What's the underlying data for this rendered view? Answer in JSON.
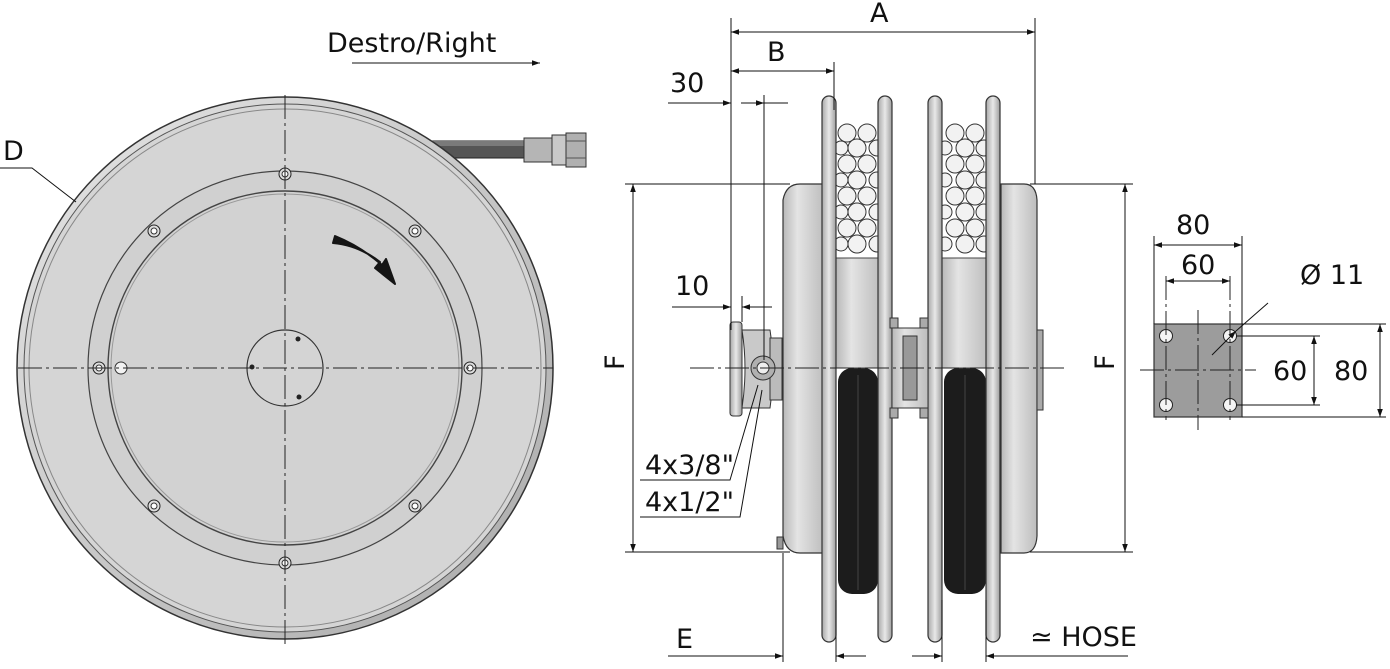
{
  "labels": {
    "direction": "Destro/Right",
    "dia_d": "D",
    "dim_a": "A",
    "dim_b": "B",
    "dim_30": "30",
    "dim_10": "10",
    "dim_f_left": "F",
    "dim_f_right": "F",
    "thread_1": "4x3/8\"",
    "thread_2": "4x1/2\"",
    "dim_e": "E",
    "hose": "≃ HOSE",
    "plate_80_top": "80",
    "plate_60_top": "60",
    "hole_dia": "Ø 11",
    "plate_60_side": "60",
    "plate_80_side": "80"
  },
  "colors": {
    "drum_fill": "#d4d4d4",
    "rim_fill": "#c4c4c4",
    "hose_dark": "#1c1c1c",
    "hose_pipe": "#5a5a5a",
    "plate_fill": "#9c9c9c"
  }
}
